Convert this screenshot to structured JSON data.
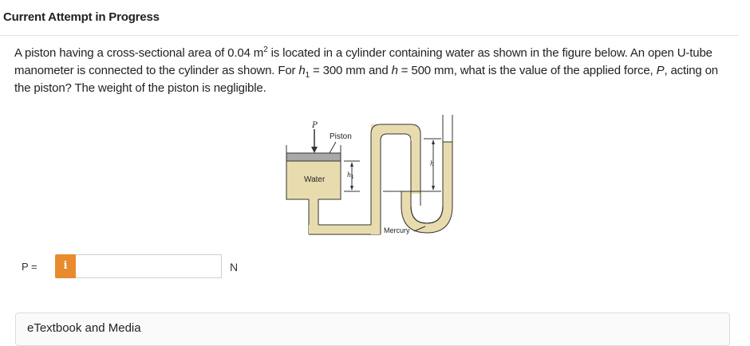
{
  "header": {
    "title": "Current Attempt in Progress"
  },
  "question": {
    "part1": "A piston having a cross-sectional area of 0.04 m",
    "sup1": "2",
    "part2": " is located in a cylinder containing water as shown in the figure below. An open U-tube manometer is connected to the cylinder as shown. For ",
    "var_h": "h",
    "sub1": "1",
    "part3": " = 300 mm and ",
    "var_h2": "h",
    "part4": " = 500 mm, what is the value of the applied force, ",
    "var_P": "P",
    "part5": ", acting on the piston? The weight of the piston is negligible."
  },
  "figure": {
    "label_P": "P",
    "label_piston": "Piston",
    "label_water": "Water",
    "label_h1": "h",
    "label_h1_sub": "1",
    "label_h": "h",
    "label_mercury": "Mercury",
    "colors": {
      "fluid": "#e8dcae",
      "outline": "#333333",
      "piston": "#a8a8a8"
    }
  },
  "answer": {
    "label": "P =",
    "info_icon": "i",
    "value": "",
    "unit": "N"
  },
  "etextbook": {
    "label": "eTextbook and Media"
  }
}
